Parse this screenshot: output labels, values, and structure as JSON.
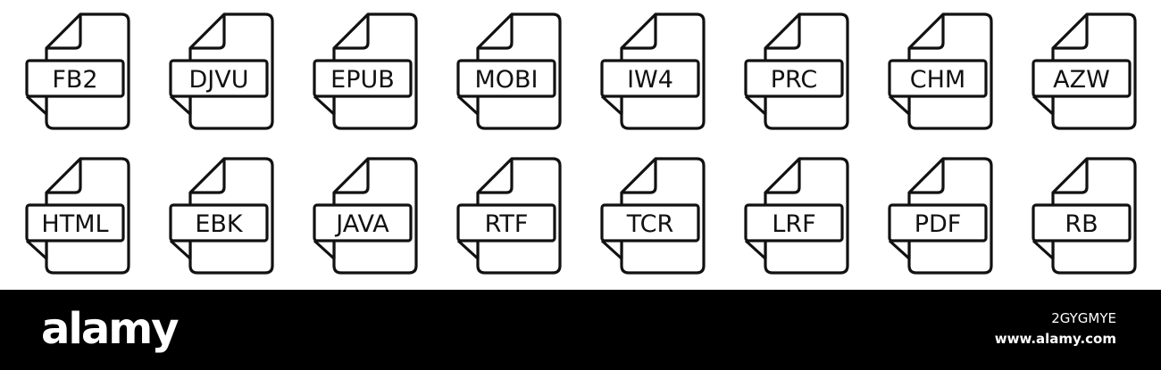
{
  "icons": [
    [
      "FB2",
      "DJVU",
      "EPUB",
      "MOBI",
      "IW4",
      "PRC",
      "CHM",
      "AZW"
    ],
    [
      "HTML",
      "EBK",
      "JAVA",
      "RTF",
      "TCR",
      "LRF",
      "PDF",
      "RB"
    ]
  ],
  "footer": {
    "brand": "alamy",
    "image_id": "2GYGMYE",
    "url": "www.alamy.com"
  },
  "colors": {
    "stroke": "#111111",
    "background": "#ffffff",
    "footer_background": "#000000",
    "footer_text": "#ffffff"
  },
  "icon_semantic": "file-document-icon"
}
